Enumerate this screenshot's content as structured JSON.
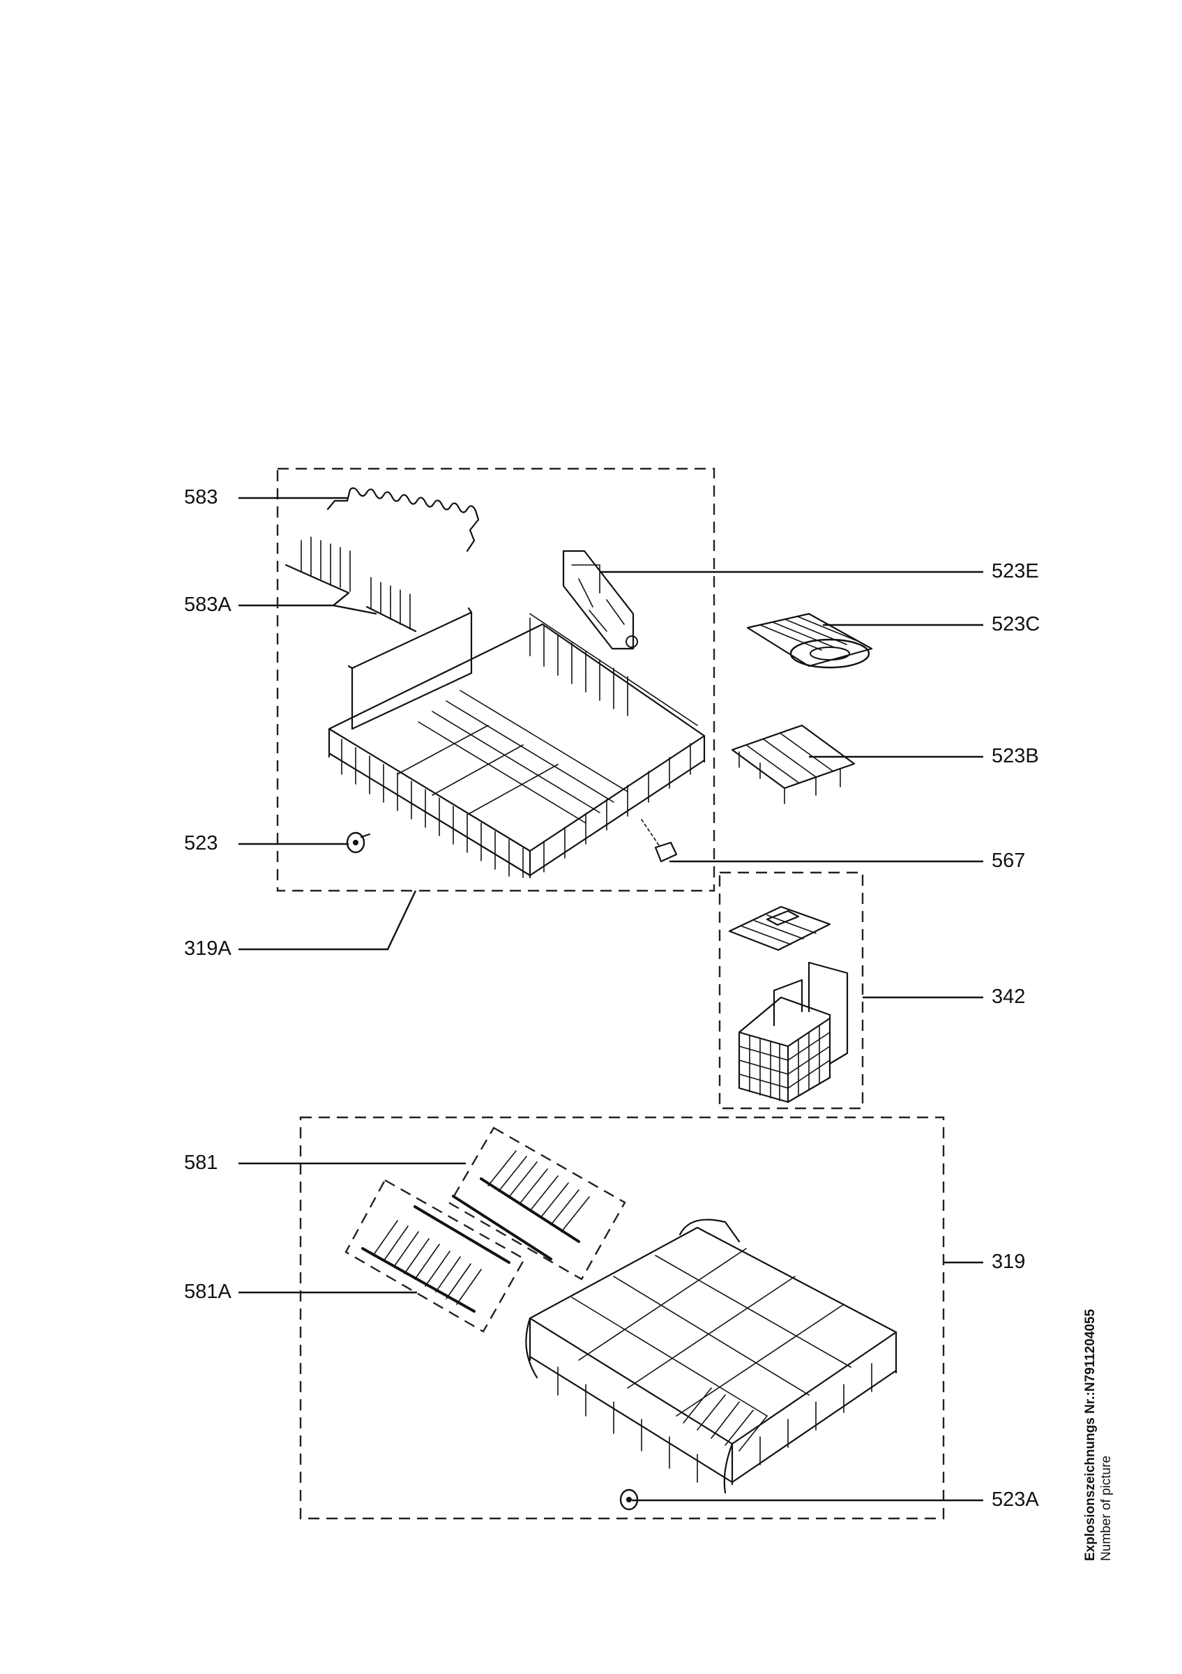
{
  "labels": {
    "l583": "583",
    "l583A": "583A",
    "l523": "523",
    "l319A": "319A",
    "l523E": "523E",
    "l523C": "523C",
    "l523B": "523B",
    "l567": "567",
    "l342": "342",
    "l581": "581",
    "l581A": "581A",
    "l319": "319",
    "l523A": "523A"
  },
  "sidebar": {
    "drawing_number": "Explosionszeichnungs Nr.:N7911204055",
    "caption": "Number of picture"
  }
}
